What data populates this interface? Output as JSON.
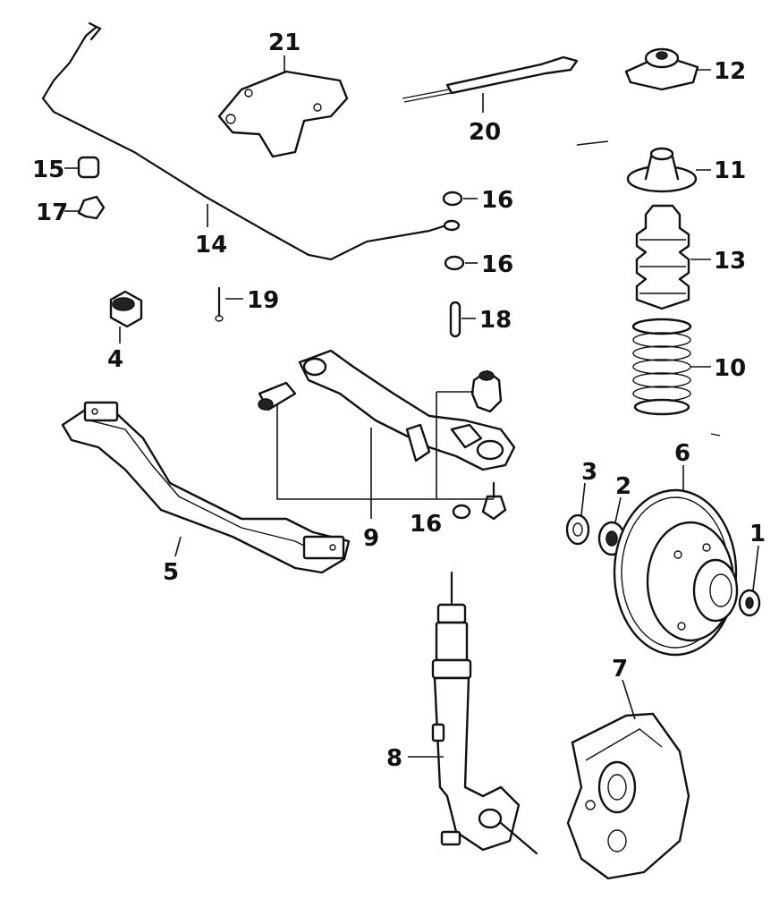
{
  "callouts": [
    {
      "id": "1",
      "label": "1"
    },
    {
      "id": "2",
      "label": "2"
    },
    {
      "id": "3",
      "label": "3"
    },
    {
      "id": "4",
      "label": "4"
    },
    {
      "id": "5",
      "label": "5"
    },
    {
      "id": "6",
      "label": "6"
    },
    {
      "id": "7",
      "label": "7"
    },
    {
      "id": "8",
      "label": "8"
    },
    {
      "id": "9",
      "label": "9"
    },
    {
      "id": "10",
      "label": "10"
    },
    {
      "id": "11",
      "label": "11"
    },
    {
      "id": "12",
      "label": "12"
    },
    {
      "id": "13",
      "label": "13"
    },
    {
      "id": "14",
      "label": "14"
    },
    {
      "id": "15",
      "label": "15"
    },
    {
      "id": "16a",
      "label": "16"
    },
    {
      "id": "16b",
      "label": "16"
    },
    {
      "id": "16c",
      "label": "16"
    },
    {
      "id": "17",
      "label": "17"
    },
    {
      "id": "18",
      "label": "18"
    },
    {
      "id": "19",
      "label": "19"
    },
    {
      "id": "20",
      "label": "20"
    },
    {
      "id": "21",
      "label": "21"
    }
  ],
  "colors": {
    "ink": "#111111",
    "paper": "#ffffff"
  }
}
